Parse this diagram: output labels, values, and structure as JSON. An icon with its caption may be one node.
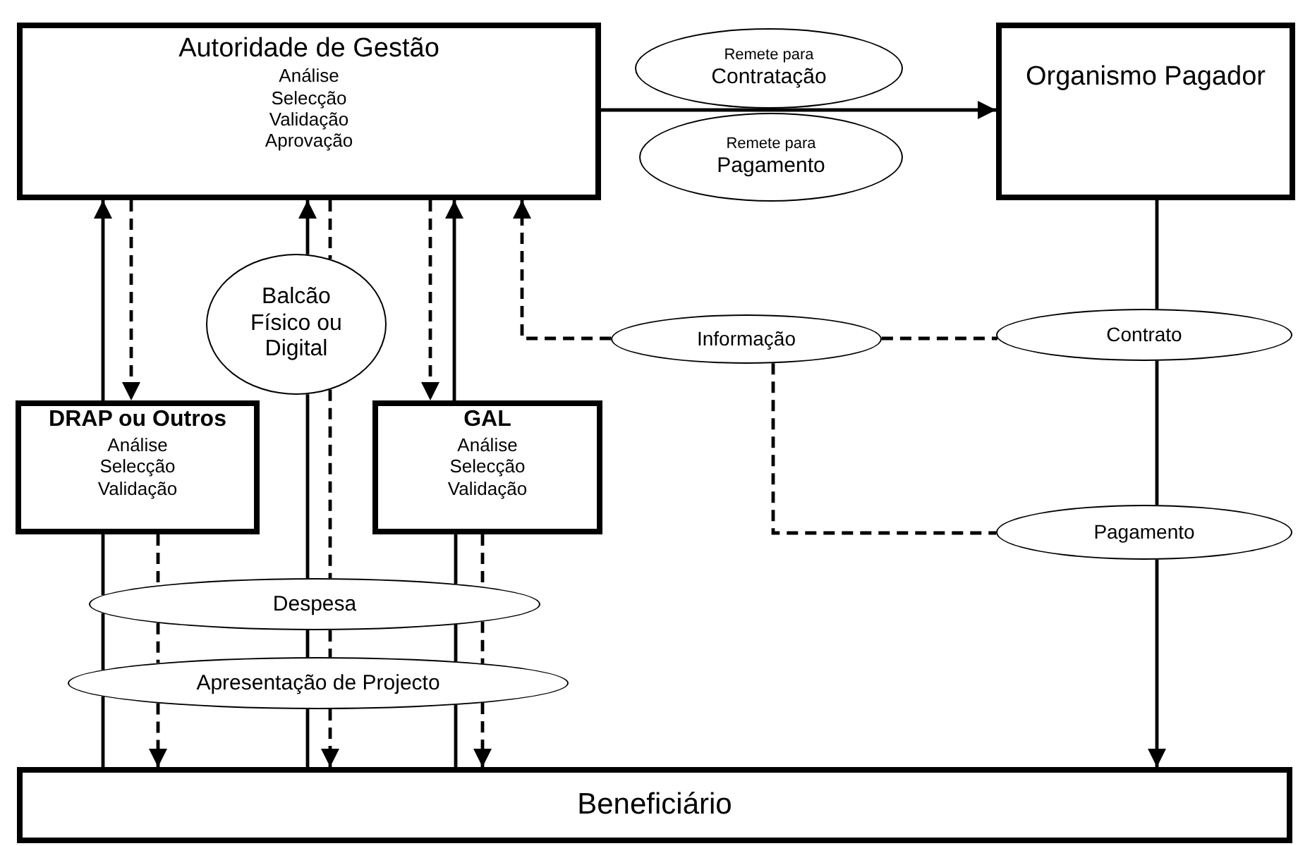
{
  "diagram": {
    "nodes": [
      {
        "text": [
          "Autoridade de Gestão",
          "Análise",
          "Selecção",
          "Validação",
          "Aprovação"
        ]
      },
      {
        "text": [
          "Remete para",
          "Contratação"
        ]
      },
      {
        "text": [
          "Remete para",
          "Pagamento"
        ]
      },
      {
        "text": [
          "Organismo Pagador"
        ]
      },
      {
        "text": [
          "Balcão Físico ou Digital"
        ]
      },
      {
        "text": [
          "Informação"
        ]
      },
      {
        "text": [
          "Contrato"
        ]
      },
      {
        "text": [
          "DRAP ou Outros",
          "Análise",
          "Selecção",
          "Validação"
        ]
      },
      {
        "text": [
          "GAL",
          "Análise",
          "Selecção",
          "Validação"
        ]
      },
      {
        "text": [
          "Pagamento"
        ]
      },
      {
        "text": [
          "Despesa"
        ]
      },
      {
        "text": [
          "Apresentação de Projecto"
        ]
      },
      {
        "text": [
          "Beneficiário"
        ]
      }
    ],
    "edges": [
      {
        "from": 0,
        "to": 3,
        "arrow": "to"
      },
      {
        "from": 7,
        "to": 0,
        "arrow": "to"
      },
      {
        "from": 0,
        "to": 7,
        "arrow": "to",
        "style": "dashed"
      },
      {
        "from": 4,
        "to": 0,
        "arrow": "to"
      },
      {
        "from": 0,
        "to": 4,
        "arrow": "none",
        "style": "dashed"
      },
      {
        "from": 0,
        "to": 8,
        "arrow": "to",
        "style": "dashed"
      },
      {
        "from": 8,
        "to": 0,
        "arrow": "to"
      },
      {
        "from": 5,
        "to": 0,
        "arrow": "to",
        "style": "dashed"
      },
      {
        "from": 5,
        "to": 6,
        "arrow": "none",
        "style": "dashed"
      },
      {
        "from": 5,
        "to": 9,
        "arrow": "none",
        "style": "dashed"
      },
      {
        "from": 3,
        "to": 6,
        "arrow": "none"
      },
      {
        "from": 6,
        "to": 9,
        "arrow": "none"
      },
      {
        "from": 9,
        "to": 12,
        "arrow": "to"
      },
      {
        "from": 12,
        "to": 11,
        "arrow": "none"
      },
      {
        "from": 11,
        "to": 10,
        "arrow": "none"
      },
      {
        "from": 10,
        "to": 7,
        "arrow": "none"
      },
      {
        "from": 7,
        "to": 10,
        "arrow": "none",
        "style": "dashed"
      },
      {
        "from": 10,
        "to": 11,
        "arrow": "none",
        "style": "dashed"
      },
      {
        "from": 11,
        "to": 12,
        "arrow": "to",
        "style": "dashed"
      },
      {
        "from": 12,
        "to": 11,
        "arrow": "none"
      },
      {
        "from": 11,
        "to": 10,
        "arrow": "none"
      },
      {
        "from": 10,
        "to": 4,
        "arrow": "none"
      },
      {
        "from": 4,
        "to": 10,
        "arrow": "none",
        "style": "dashed"
      },
      {
        "from": 10,
        "to": 11,
        "arrow": "none",
        "style": "dashed"
      },
      {
        "from": 11,
        "to": 12,
        "arrow": "to",
        "style": "dashed"
      },
      {
        "from": 12,
        "to": 11,
        "arrow": "none"
      },
      {
        "from": 11,
        "to": 10,
        "arrow": "none"
      },
      {
        "from": 10,
        "to": 8,
        "arrow": "none"
      },
      {
        "from": 8,
        "to": 10,
        "arrow": "none",
        "style": "dashed"
      },
      {
        "from": 10,
        "to": 11,
        "arrow": "none",
        "style": "dashed"
      },
      {
        "from": 11,
        "to": 12,
        "arrow": "to",
        "style": "dashed"
      }
    ]
  }
}
